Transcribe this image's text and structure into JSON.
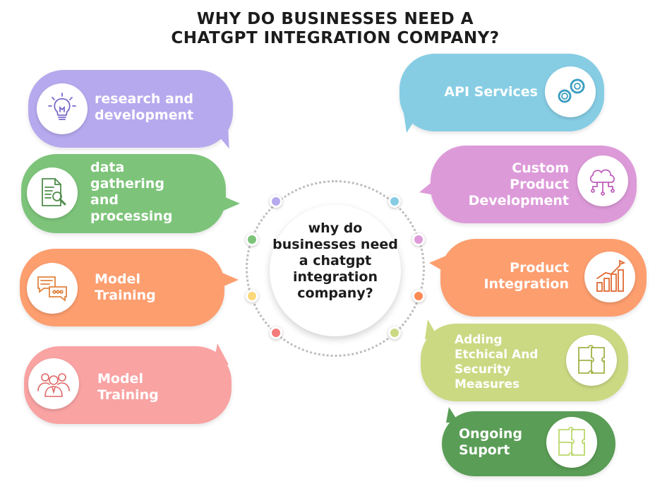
{
  "title": "WHY DO BUSINESSES NEED A CHATGPT INTEGRATION COMPANY?",
  "center": {
    "text": "why do businesses need a chatgpt integration company?"
  },
  "left_items": [
    {
      "label": "research and\ndevelopment",
      "color": "#b7a9ee",
      "icon": "lightbulb-icon"
    },
    {
      "label": "data\ngathering\nand\nprocessing",
      "color": "#7dc47a",
      "icon": "document-search-icon"
    },
    {
      "label": "Model\nTraining",
      "color": "#fd9e6f",
      "icon": "chat-bubbles-icon"
    },
    {
      "label": "Model\nTraining",
      "color": "#f9a3a3",
      "icon": "team-icon"
    }
  ],
  "right_items": [
    {
      "label": "API Services",
      "color": "#86cde4",
      "icon": "gears-icon"
    },
    {
      "label": "Custom\nProduct\nDevelopment",
      "color": "#dd9ad9",
      "icon": "cloud-network-icon"
    },
    {
      "label": "Product\nIntegration",
      "color": "#fd9e6f",
      "icon": "growth-chart-icon"
    },
    {
      "label": "Adding\nEtchical And\nSecurity\nMeasures",
      "color": "#cbd983",
      "icon": "puzzle-icon"
    },
    {
      "label": "Ongoing\nSuport",
      "color": "#5a9d56",
      "icon": "puzzle-icon"
    }
  ],
  "dot_colors": [
    "#b7a9ee",
    "#7dc47a",
    "#fbd97a",
    "#f37b7b",
    "#86cde4",
    "#dd9ad9",
    "#fd8a55",
    "#cbd983"
  ]
}
